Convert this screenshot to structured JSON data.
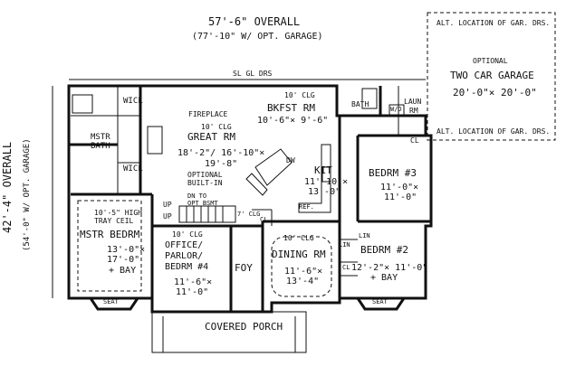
{
  "overall": {
    "width": "57'-6\" OVERALL",
    "width_alt": "(77'-10\" W/ OPT. GARAGE)",
    "depth": "42'-4\" OVERALL",
    "depth_alt": "(54'-0\" W/ OPT. GARAGE)"
  },
  "garage": {
    "alt_top": "ALT. LOCATION OF GAR. DRS.",
    "optional": "OPTIONAL",
    "name": "TWO CAR GARAGE",
    "size": "20'-0\"× 20'-0\"",
    "alt_bottom": "ALT. LOCATION OF GAR. DRS."
  },
  "notes": {
    "sliding_doors": "SL GL DRS",
    "fireplace": "FIREPLACE",
    "optional_builtin_1": "OPTIONAL",
    "optional_builtin_2": "BUILT-IN",
    "dn_to_1": "DN TO",
    "dn_to_2": "OPT BSMT",
    "up1": "UP",
    "up2": "UP",
    "ref": "REF.",
    "dw": "DW",
    "seat_left": "SEAT",
    "seat_right": "SEAT",
    "porch": "COVERED PORCH",
    "clg_7": "7' CLG"
  },
  "rooms": {
    "wicl_top": "WICL",
    "wicl_bottom": "WICL",
    "mstr_bath_1": "MSTR",
    "mstr_bath_2": "BATH",
    "great_clg": "10' CLG",
    "great_name": "GREAT RM",
    "great_size_1": "18'-2\"/ 16'-10\"×",
    "great_size_2": "19'-8\"",
    "bkfst_clg": "10' CLG",
    "bkfst_name": "BKFST RM",
    "bkfst_size": "10'-6\"× 9'-6\"",
    "bath": "BATH",
    "wd": "W/D",
    "laun_1": "LAUN",
    "laun_2": "RM",
    "cl_laun": "CL",
    "kit_name": "KIT",
    "kit_size_1": "11'-10\"×",
    "kit_size_2": "13'-0\"",
    "bed3_name": "BEDRM #3",
    "bed3_size_1": "11'-0\"×",
    "bed3_size_2": "11'-0\"",
    "mstr_tray_1": "10'-5\" HIGH",
    "mstr_tray_2": "TRAY CEIL",
    "mstr_name": "MSTR BEDRM",
    "mstr_size_1": "13'-0\"×",
    "mstr_size_2": "17'-0\"",
    "mstr_bay": "+ BAY",
    "office_clg": "10' CLG",
    "office_1": "OFFICE/",
    "office_2": "PARLOR/",
    "office_3": "BEDRM #4",
    "office_size_1": "11'-6\"×",
    "office_size_2": "11'-0\"",
    "foy": "FOY",
    "cl_foy": "CL",
    "dining_clg": "10' CLG",
    "dining_name": "DINING RM",
    "dining_size_1": "11'-6\"×",
    "dining_size_2": "13'-4\"",
    "lin1": "LIN",
    "lin2": "LIN",
    "cl_bed2": "CL",
    "bed2_name": "BEDRM #2",
    "bed2_size": "12'-2\"× 11'-0\"",
    "bed2_bay": "+ BAY"
  }
}
